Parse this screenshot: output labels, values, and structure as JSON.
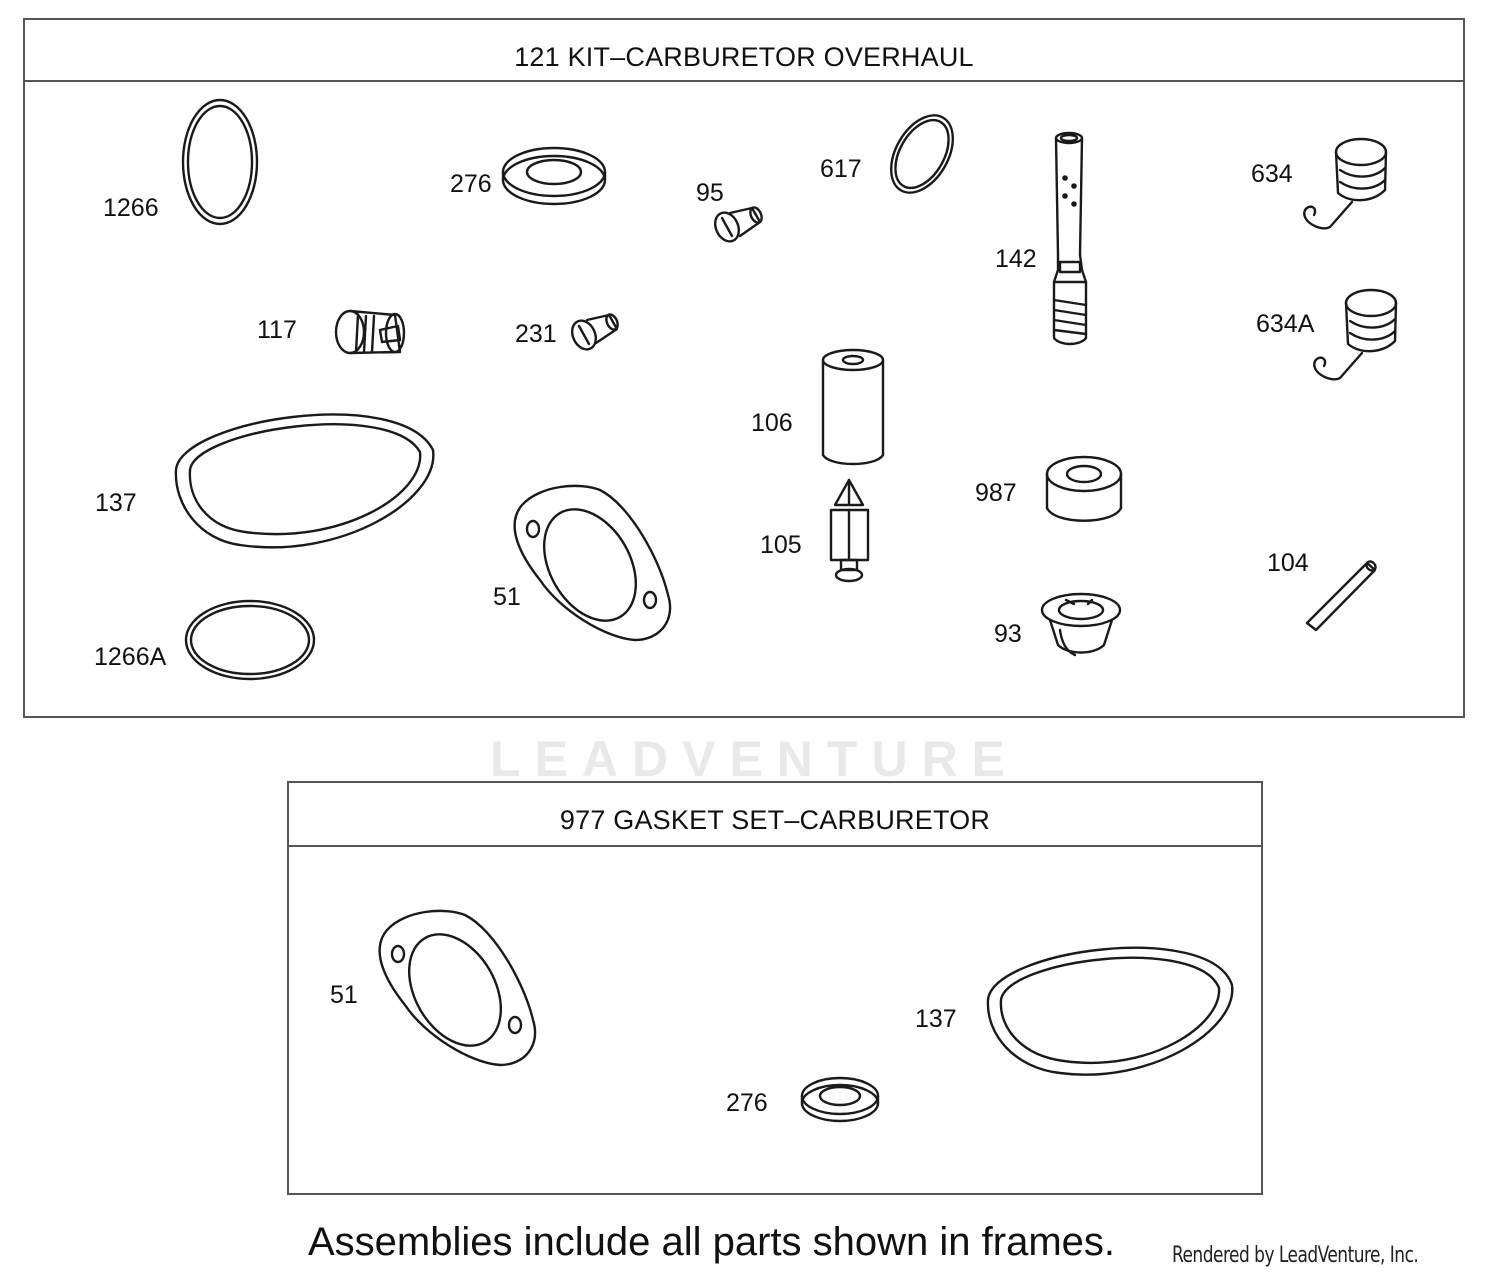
{
  "kit": {
    "title": "121 KIT–CARBURETOR OVERHAUL",
    "callouts": [
      "1266",
      "276",
      "95",
      "617",
      "142",
      "634",
      "117",
      "231",
      "634A",
      "106",
      "137",
      "987",
      "105",
      "51",
      "104",
      "93",
      "1266A"
    ]
  },
  "gasket_set": {
    "title": "977 GASKET SET–CARBURETOR",
    "callouts": [
      "51",
      "137",
      "276"
    ]
  },
  "footer": {
    "note": "Assemblies include all parts shown in frames.",
    "credit": "Rendered by LeadVenture, Inc."
  },
  "watermark": {
    "text": "LEADVENTURE"
  },
  "colors": {
    "line": "#1a1a1a",
    "frame": "#555555",
    "watermark": "#e9e9e9"
  }
}
